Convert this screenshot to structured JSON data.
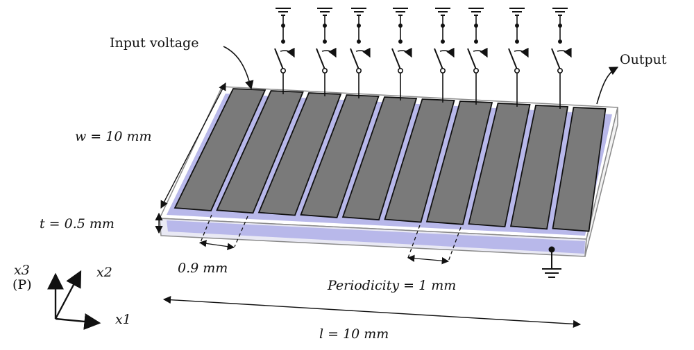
{
  "labels": {
    "input_voltage": "Input voltage",
    "output": "Output",
    "width_label": "w = 10 mm",
    "thickness_label": "t = 0.5 mm",
    "gap_label": "0.9 mm",
    "periodicity_label": "Periodicity = 1 mm",
    "length_label": "l = 10 mm",
    "axis_x1": "x1",
    "axis_x2": "x2",
    "axis_x3": "x3",
    "axis_p": "(P)"
  },
  "colors": {
    "electrode": "#7a7a7a",
    "electrode_stroke": "#111111",
    "substrate_fill": "#b8b8ea",
    "plate_outline": "#8a8a8a",
    "ink": "#111111"
  },
  "electrode_count": 10,
  "switched_electrode_count": 8
}
